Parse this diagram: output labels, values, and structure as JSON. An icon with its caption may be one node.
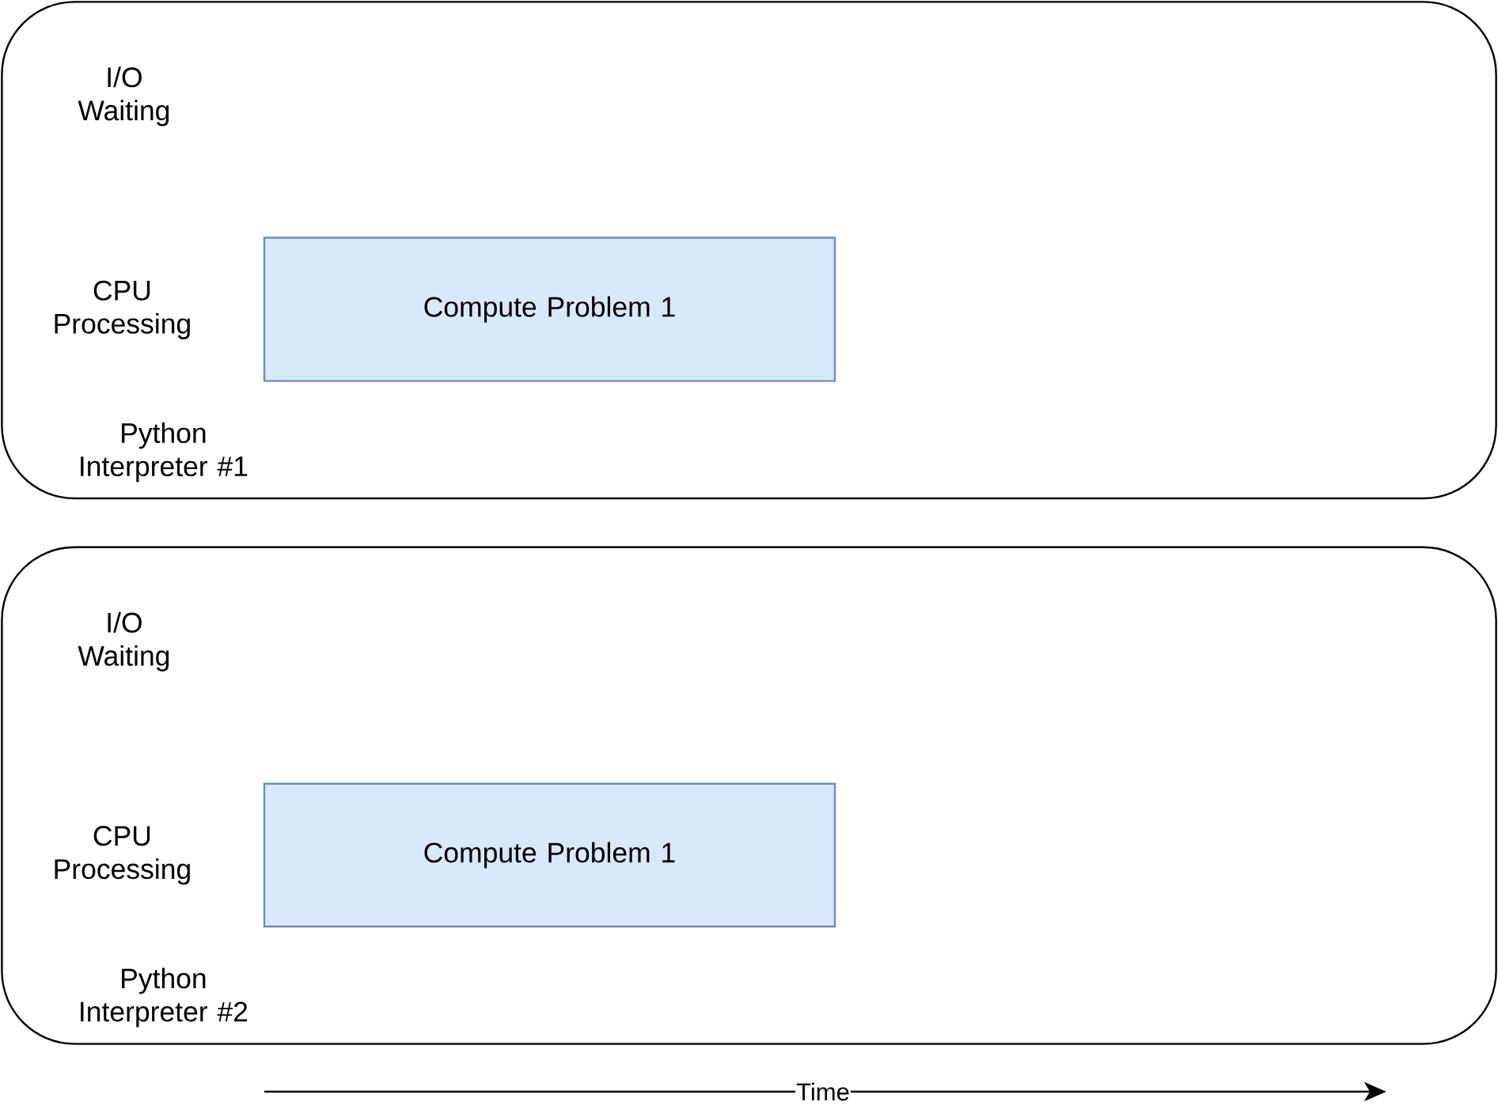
{
  "diagram": {
    "nodes": [
      {
        "text": [
          "I/O Waiting",
          "CPU Processing",
          "Python Interpreter #1"
        ]
      },
      {
        "text": [
          "Compute Problem 1"
        ],
        "in": 0
      },
      {
        "text": [
          "I/O Waiting",
          "CPU Processing",
          "Python Interpreter #2"
        ]
      },
      {
        "text": [
          "Compute Problem 1"
        ],
        "in": 2
      }
    ],
    "labels": [
      "Time"
    ]
  }
}
